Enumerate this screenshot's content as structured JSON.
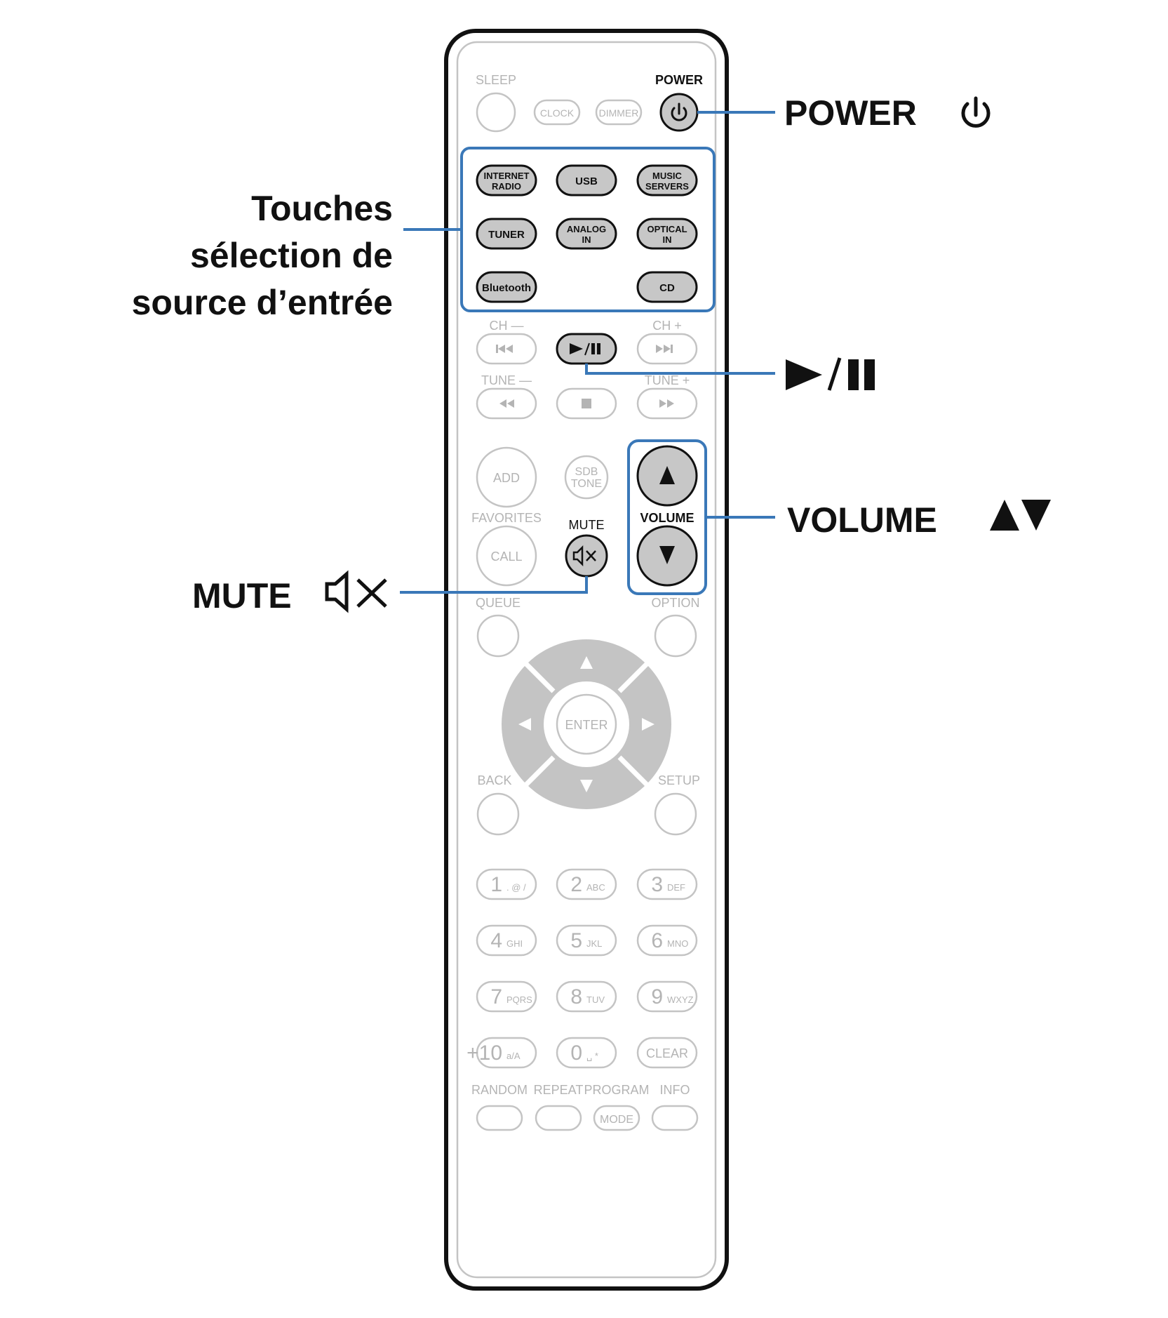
{
  "colors": {
    "outline": "#111111",
    "active_fill": "#c7c7c7",
    "dim": "#c4c4c4",
    "dim_text": "#b4b4b4",
    "highlight": "#3a78b8",
    "callout_text": "#111111"
  },
  "callouts": {
    "power": "POWER",
    "source_line1": "Touches",
    "source_line2": "sélection de",
    "source_line3": "source d’entrée",
    "play_pause": "►/❚❚",
    "volume": "VOLUME",
    "mute": "MUTE"
  },
  "icons": {
    "power": "power-icon",
    "mute": "speaker-mute-icon",
    "volume_up": "triangle-up-icon",
    "volume_down": "triangle-down-icon"
  },
  "remote": {
    "sleep": "SLEEP",
    "clock": "CLOCK",
    "dimmer": "DIMMER",
    "power": "POWER",
    "internet_radio_1": "INTERNET",
    "internet_radio_2": "RADIO",
    "usb": "USB",
    "music_servers_1": "MUSIC",
    "music_servers_2": "SERVERS",
    "tuner": "TUNER",
    "analog_in_1": "ANALOG",
    "analog_in_2": "IN",
    "optical_in_1": "OPTICAL",
    "optical_in_2": "IN",
    "bluetooth": "Bluetooth",
    "cd": "CD",
    "ch_minus": "CH —",
    "ch_plus": "CH +",
    "tune_minus": "TUNE —",
    "tune_plus": "TUNE +",
    "add": "ADD",
    "sdb_1": "SDB",
    "sdb_2": "TONE",
    "favorites": "FAVORITES",
    "call": "CALL",
    "mute": "MUTE",
    "volume": "VOLUME",
    "queue": "QUEUE",
    "option": "OPTION",
    "enter": "ENTER",
    "back": "BACK",
    "setup": "SETUP",
    "keypad": [
      {
        "num": "1",
        "letters": ". @ /"
      },
      {
        "num": "2",
        "letters": "ABC"
      },
      {
        "num": "3",
        "letters": "DEF"
      },
      {
        "num": "4",
        "letters": "GHI"
      },
      {
        "num": "5",
        "letters": "JKL"
      },
      {
        "num": "6",
        "letters": "MNO"
      },
      {
        "num": "7",
        "letters": "PQRS"
      },
      {
        "num": "8",
        "letters": "TUV"
      },
      {
        "num": "9",
        "letters": "WXYZ"
      },
      {
        "num": "+10",
        "letters": "a/A"
      },
      {
        "num": "0",
        "letters": "␣ *"
      },
      {
        "num": "",
        "letters": "CLEAR"
      }
    ],
    "random": "RANDOM",
    "repeat": "REPEAT",
    "program": "PROGRAM",
    "mode": "MODE",
    "info": "INFO"
  }
}
